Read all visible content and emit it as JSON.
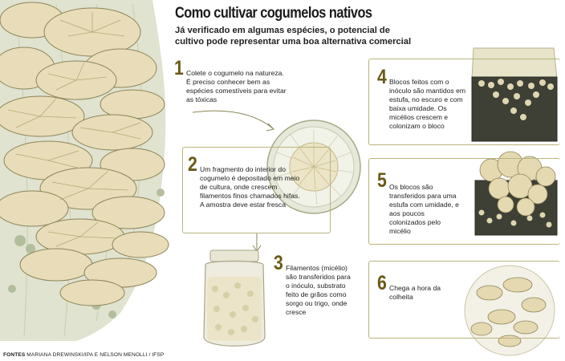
{
  "title": "Como cultivar cogumelos nativos",
  "subtitle": "Já verificado em algumas espécies, o potencial de cultivo pode representar uma boa alternativa comercial",
  "steps": [
    {
      "number": "1",
      "text": "Colete o cogumelo na natureza. É preciso conhecer bem as espécies comestíveis para evitar as tóxicas"
    },
    {
      "number": "2",
      "text": "Um fragmento do interior do cogumelo é depositado em meio de cultura, onde crescem filamentos finos chamados hifas. A amostra deve estar fresca"
    },
    {
      "number": "3",
      "text": "Filamentos (micélio) são transferidos para o inóculo, substrato feito de grãos como sorgo ou trigo, onde cresce"
    },
    {
      "number": "4",
      "text": "Blocos feitos com o inóculo são mantidos em estufa, no escuro e com baixa umidade. Os micélios crescem e colonizam o bloco"
    },
    {
      "number": "5",
      "text": "Os blocos são transferidos para uma estufa com umidade, e aos poucos colonizados pelo micélio"
    },
    {
      "number": "6",
      "text": "Chega a hora da colheita"
    }
  ],
  "source": {
    "label": "FONTES",
    "text": "MARIANA DREWINSKI/IPA E NELSON MENOLLI / IFSP"
  },
  "colors": {
    "number": "#6b5a16",
    "mushroom": "#e8ddb8",
    "mushroom_shade": "#cbbf8f",
    "trunk": "#d6dcc4",
    "frame": "#b9b47c",
    "soil": "#3c3d33"
  }
}
